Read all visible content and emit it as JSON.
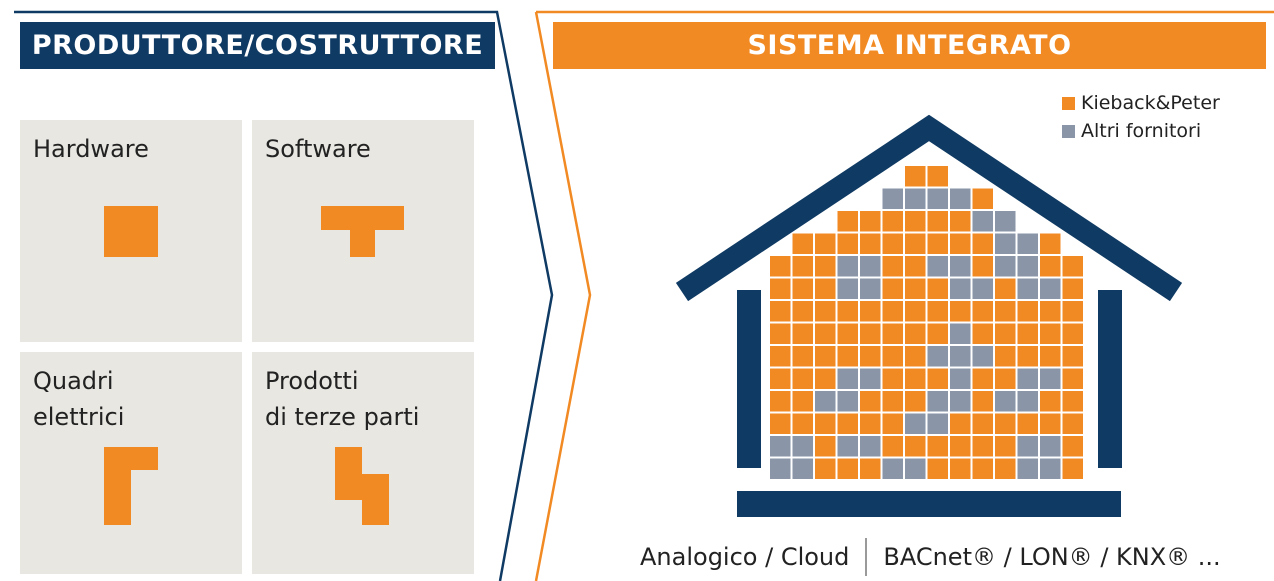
{
  "left_panel": {
    "title": "PRODUTTORE/COSTRUTTORE"
  },
  "right_panel": {
    "title": "SISTEMA INTEGRATO"
  },
  "tiles": [
    {
      "label": "Hardware",
      "shape": "square"
    },
    {
      "label": "Software",
      "shape": "t-piece"
    },
    {
      "label": "Quadri\nelettrici",
      "shape": "l-piece"
    },
    {
      "label": "Prodotti\ndi terze parti",
      "shape": "s-piece"
    }
  ],
  "legend": [
    {
      "label": "Kieback&Peter",
      "color": "#f28a24"
    },
    {
      "label": "Altri fornitori",
      "color": "#8a95a8"
    }
  ],
  "footer": {
    "left": "Analogico / Cloud",
    "right": "BACnet® / LON® / KNX® ..."
  },
  "colors": {
    "navy": "#0f3a63",
    "orange": "#f28a24",
    "grey_block": "#8a95a8",
    "tile_bg": "#e8e7e1"
  }
}
